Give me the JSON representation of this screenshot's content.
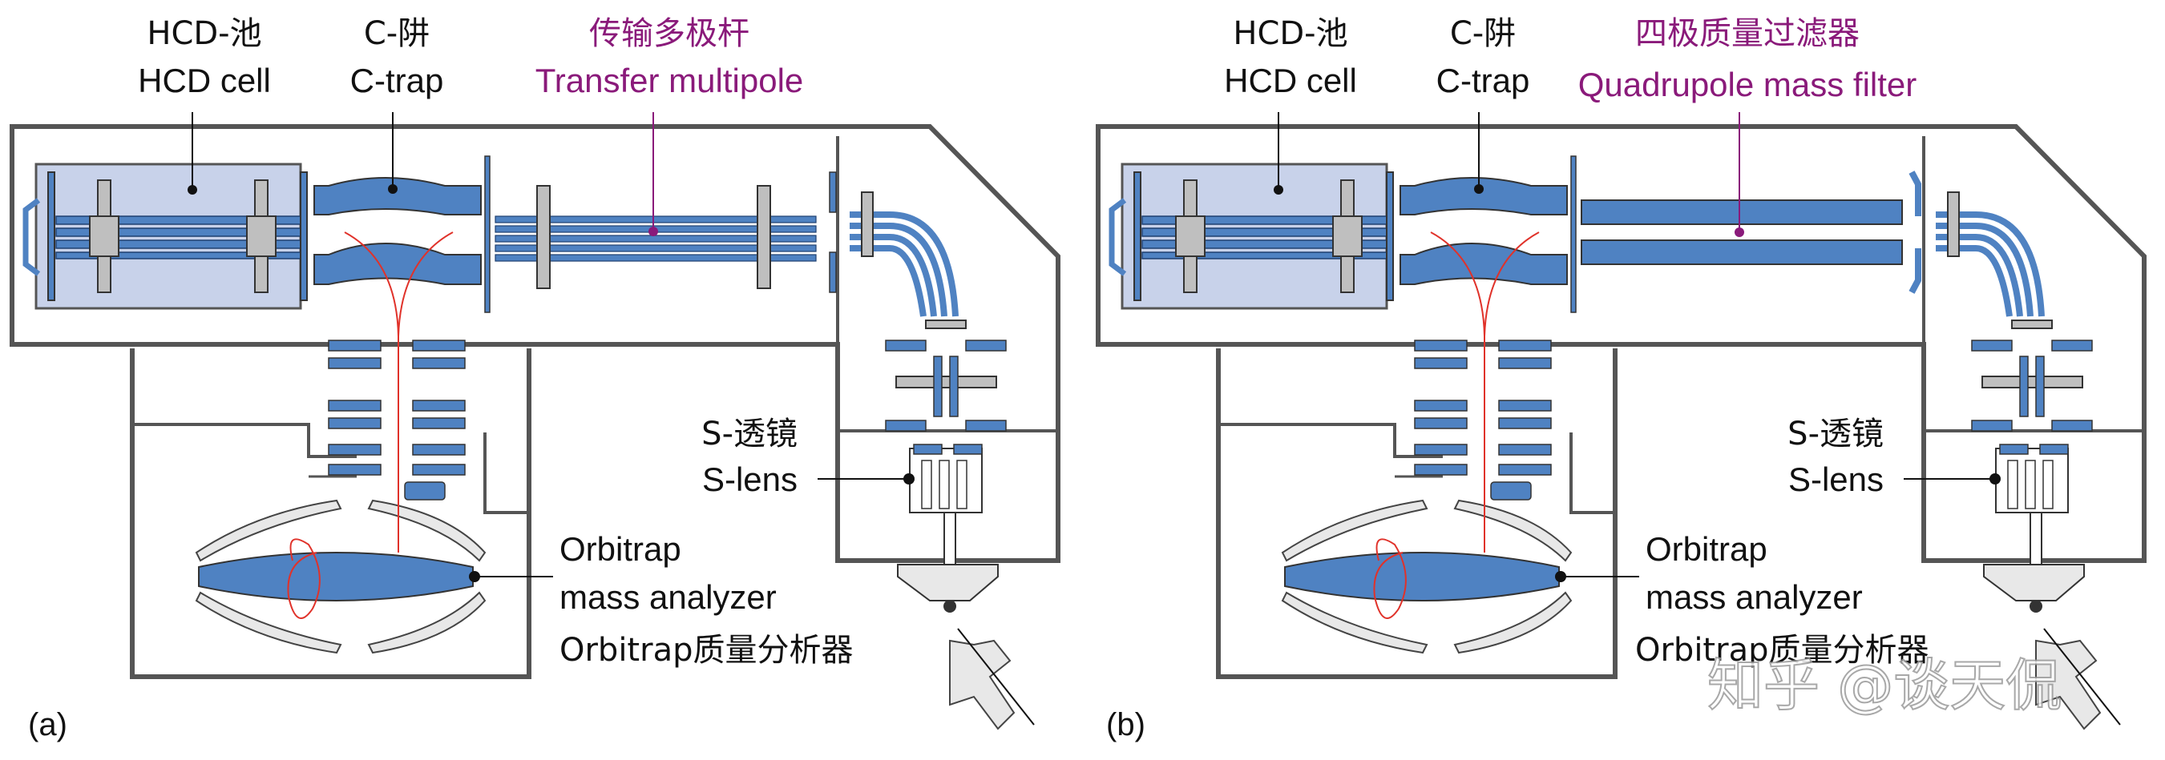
{
  "colors": {
    "housing": "#555555",
    "cell_fill": "#c8d2ea",
    "electrode": "#4f82c2",
    "ion_path": "#e0322a",
    "accent": "#8a1a7a"
  },
  "panel_a": {
    "tag": "(a)",
    "hcd_cn": "HCD-池",
    "hcd_en": "HCD cell",
    "ctrap_cn": "C-阱",
    "ctrap_en": "C-trap",
    "multipole_cn": "传输多极杆",
    "multipole_en": "Transfer multipole",
    "slens_cn": "S-透镜",
    "slens_en": "S-lens",
    "orbitrap_en1": "Orbitrap",
    "orbitrap_en2": "mass analyzer",
    "orbitrap_cn": "Orbitrap质量分析器"
  },
  "panel_b": {
    "tag": "(b)",
    "hcd_cn": "HCD-池",
    "hcd_en": "HCD cell",
    "ctrap_cn": "C-阱",
    "ctrap_en": "C-trap",
    "quad_cn": "四极质量过滤器",
    "quad_en": "Quadrupole mass filter",
    "slens_cn": "S-透镜",
    "slens_en": "S-lens",
    "orbitrap_en1": "Orbitrap",
    "orbitrap_en2": "mass analyzer",
    "orbitrap_cn": "Orbitrap质量分析器"
  },
  "watermark": "知乎 @谈天侃"
}
